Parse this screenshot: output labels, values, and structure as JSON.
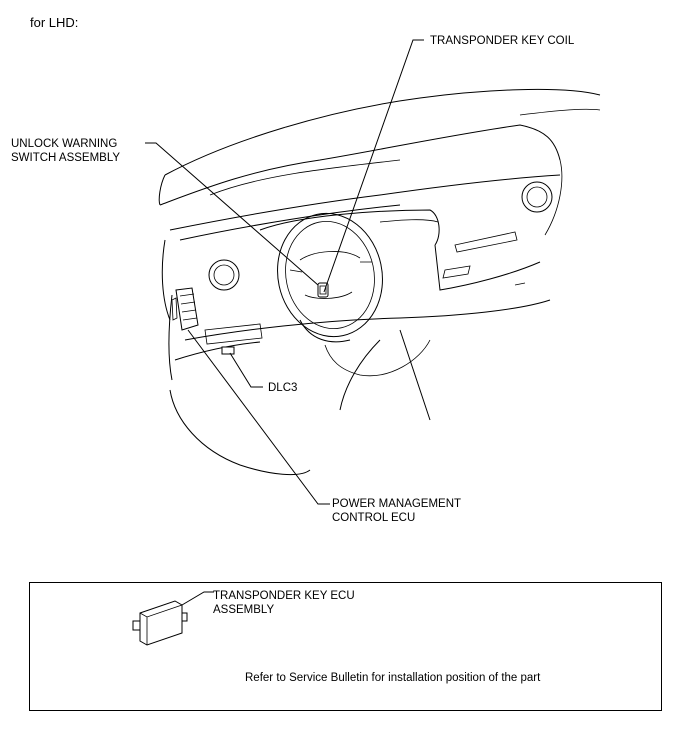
{
  "header": {
    "variant_label": "for LHD:"
  },
  "callouts": {
    "transponder_key_coil": "TRANSPONDER KEY COIL",
    "unlock_warning_line1": "UNLOCK WARNING",
    "unlock_warning_line2": "SWITCH ASSEMBLY",
    "dlc3": "DLC3",
    "power_mgmt_line1": "POWER MANAGEMENT",
    "power_mgmt_line2": "CONTROL ECU"
  },
  "note_box": {
    "part_line1": "TRANSPONDER KEY ECU",
    "part_line2": "ASSEMBLY",
    "note": "Refer to Service Bulletin for installation position of the part"
  }
}
